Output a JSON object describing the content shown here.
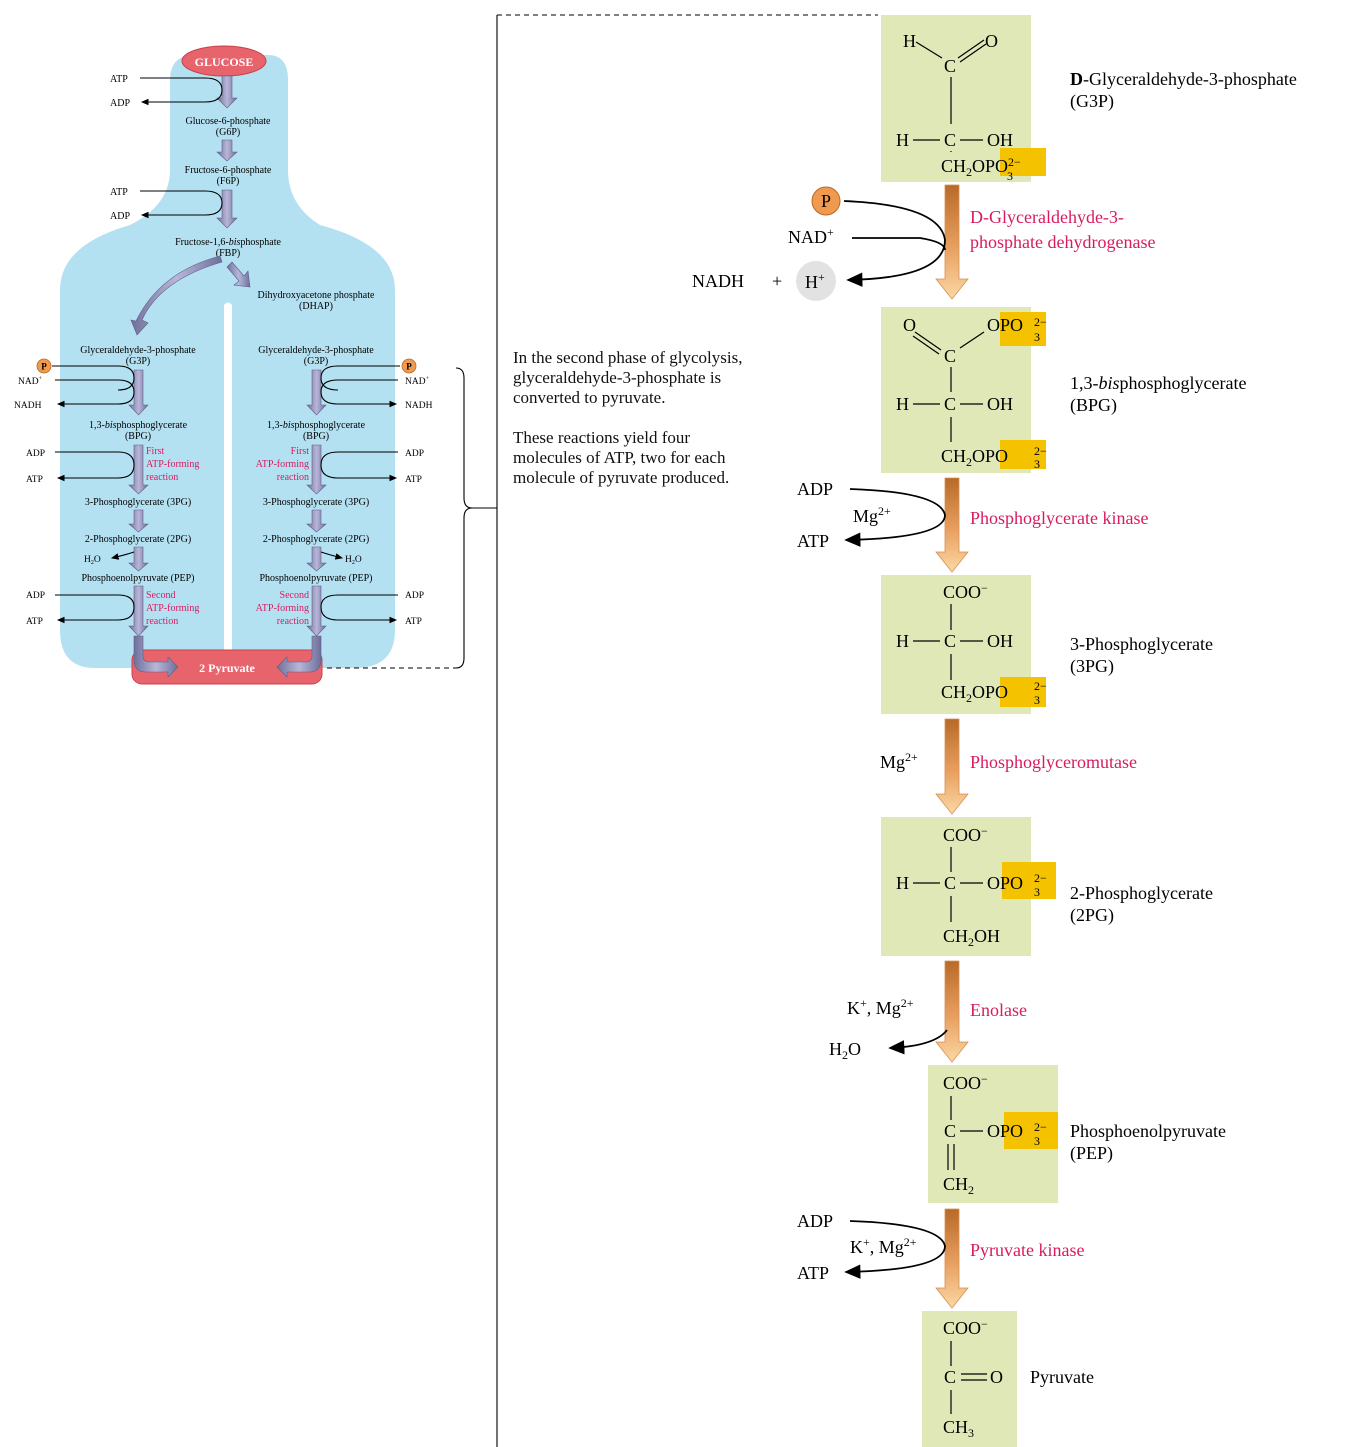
{
  "overview": {
    "glucose": "GLUCOSE",
    "atp": "ATP",
    "adp": "ADP",
    "nad_plus": "NAD",
    "nadh": "NADH",
    "p": "P",
    "h2o": "H",
    "g6p": "Glucose-6-phosphate",
    "g6p_abbr": "(G6P)",
    "f6p": "Fructose-6-phosphate",
    "f6p_abbr": "(F6P)",
    "fbp_a": "Fructose-1,6-",
    "fbp_b": "bis",
    "fbp_c": "phosphate",
    "fbp_abbr": "(FBP)",
    "dhap": "Dihydroxyacetone phosphate",
    "dhap_abbr": "(DHAP)",
    "g3p": "Glyceraldehyde-3-phosphate",
    "g3p_abbr": "(G3P)",
    "bpg_a": "1,3-",
    "bpg_b": "bis",
    "bpg_c": "phosphoglycerate",
    "bpg_abbr": "(BPG)",
    "first1": "First",
    "first2": "ATP-forming",
    "first3": "reaction",
    "pg3": "3-Phosphoglycerate (3PG)",
    "pg2": "2-Phosphoglycerate (2PG)",
    "pep": "Phosphoenolpyruvate (PEP)",
    "second1": "Second",
    "second2": "ATP-forming",
    "second3": "reaction",
    "pyruvate": "2 Pyruvate"
  },
  "note": {
    "p1": "In the second phase of glycolysis, glyceraldehyde-3-phosphate is converted to pyruvate.",
    "p2": "These reactions yield four molecules of ATP, two for each molecule of pyruvate produced."
  },
  "detail": {
    "g3p_prefix": "D",
    "g3p_name": "-Glyceraldehyde-3-phosphate",
    "g3p_abbr": "(G3P)",
    "bpg_name_a": "1,3-",
    "bpg_name_b": "bis",
    "bpg_name_c": "phosphoglycerate",
    "bpg_abbr": "(BPG)",
    "pg3_name": "3-Phosphoglycerate",
    "pg3_abbr": "(3PG)",
    "pg2_name": "2-Phosphoglycerate",
    "pg2_abbr": "(2PG)",
    "pep_name": "Phosphoenolpyruvate",
    "pep_abbr": "(PEP)",
    "pyr_name": "Pyruvate",
    "enz1_a": "D-Glyceraldehyde-3-",
    "enz1_b": "phosphate dehydrogenase",
    "enz2": "Phosphoglycerate kinase",
    "enz3": "Phosphoglyceromutase",
    "enz4": "Enolase",
    "enz5": "Pyruvate kinase",
    "p": "P",
    "nad": "NAD",
    "nadh": "NADH",
    "plus": "+",
    "h": "H",
    "adp": "ADP",
    "atp": "ATP",
    "mg": "Mg",
    "k": "K",
    "kmg_sep": ", Mg",
    "h2o_h": "H",
    "h2o_o": "O"
  },
  "colors": {
    "cell": "#b4e1f1",
    "mol_box": "#e0e8b8",
    "phosphate": "#f5c200",
    "enzyme": "#d81b60",
    "pyruvate": "#e8646c",
    "arrow_top": "#c47a30",
    "arrow_bottom": "#f8cf98"
  }
}
